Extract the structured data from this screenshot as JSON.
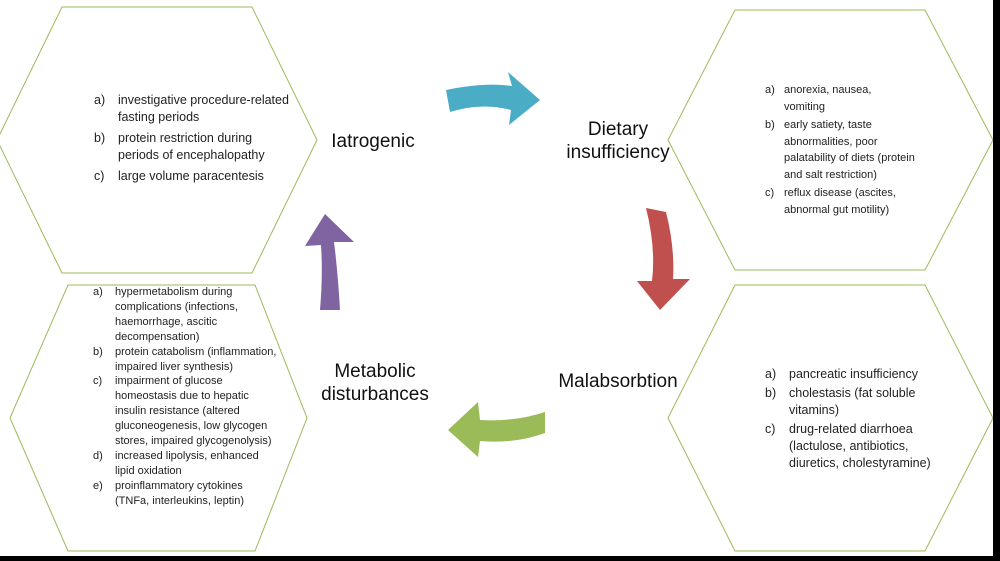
{
  "colors": {
    "background": "#ffffff",
    "frame": "#000000",
    "hexagon_stroke": "#9bbb59",
    "arrow_iatrogenic_to_dietary": "#4bacc6",
    "arrow_dietary_to_malabsorption": "#c0504d",
    "arrow_malabsorption_to_metabolic": "#9bbb59",
    "arrow_metabolic_to_iatrogenic": "#8064a2"
  },
  "stages": {
    "iatrogenic": {
      "label": "Iatrogenic",
      "items": [
        {
          "marker": "a)",
          "text": "investigative procedure-related fasting periods"
        },
        {
          "marker": "b)",
          "text": "protein restriction during periods of encephalopathy"
        },
        {
          "marker": "c)",
          "text": "large volume paracentesis"
        }
      ]
    },
    "dietary": {
      "label": "Dietary\ninsufficiency",
      "items": [
        {
          "marker": "a)",
          "text": "anorexia, nausea, vomiting"
        },
        {
          "marker": "b)",
          "text": "early satiety, taste abnormalities, poor palatability of diets (protein and salt restriction)"
        },
        {
          "marker": "c)",
          "text": "reflux disease (ascites, abnormal gut motility)"
        }
      ]
    },
    "malabsorption": {
      "label": "Malabsorbtion",
      "items": [
        {
          "marker": "a)",
          "text": "pancreatic insufficiency"
        },
        {
          "marker": "b)",
          "text": "cholestasis (fat soluble vitamins)"
        },
        {
          "marker": "c)",
          "text": "drug-related diarrhoea (lactulose, antibiotics, diuretics, cholestyramine)"
        }
      ]
    },
    "metabolic": {
      "label": "Metabolic\ndisturbances",
      "items": [
        {
          "marker": "a)",
          "text": "hypermetabolism during complications (infections, haemorrhage, ascitic decompensation)"
        },
        {
          "marker": "b)",
          "text": "protein catabolism (inflammation, impaired liver synthesis)"
        },
        {
          "marker": "c)",
          "text": "impairment of glucose homeostasis due to hepatic insulin resistance (altered gluconeogenesis, low glycogen stores, impaired glycogenolysis)"
        },
        {
          "marker": "d)",
          "text": "increased lipolysis, enhanced lipid oxidation"
        },
        {
          "marker": "e)",
          "text": "proinflammatory cytokines (TNFa, interleukins, leptin)"
        }
      ]
    }
  }
}
